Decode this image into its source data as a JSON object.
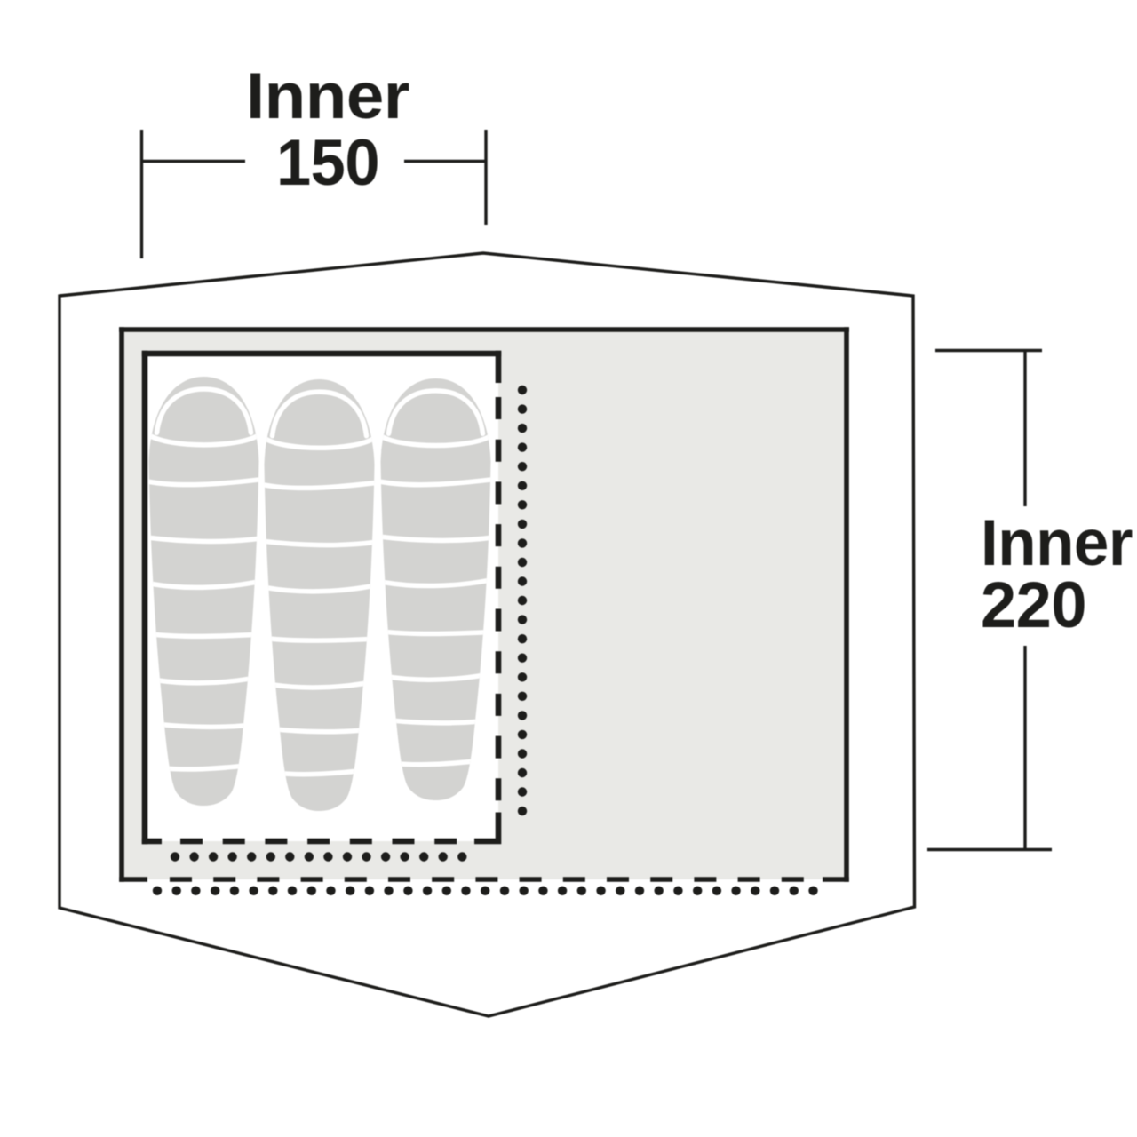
{
  "diagram": {
    "type": "tent-floorplan-top-view",
    "description": "Top view floor plan of a tent showing the inner sleeping cabin with three sleeping bags, door/zipper markings and inner dimensions in centimetres",
    "dimension_width": {
      "label": "Inner",
      "value": "150"
    },
    "dimension_depth": {
      "label": "Inner",
      "value": "220"
    },
    "sleeping_bags": {
      "count": 3
    },
    "colors": {
      "background": "#ffffff",
      "line": "#1d1d1b",
      "floor": "#e9e9e6",
      "cabin": "#ffffff",
      "bag": "#d3d3d1",
      "seam": "#ffffff"
    }
  }
}
